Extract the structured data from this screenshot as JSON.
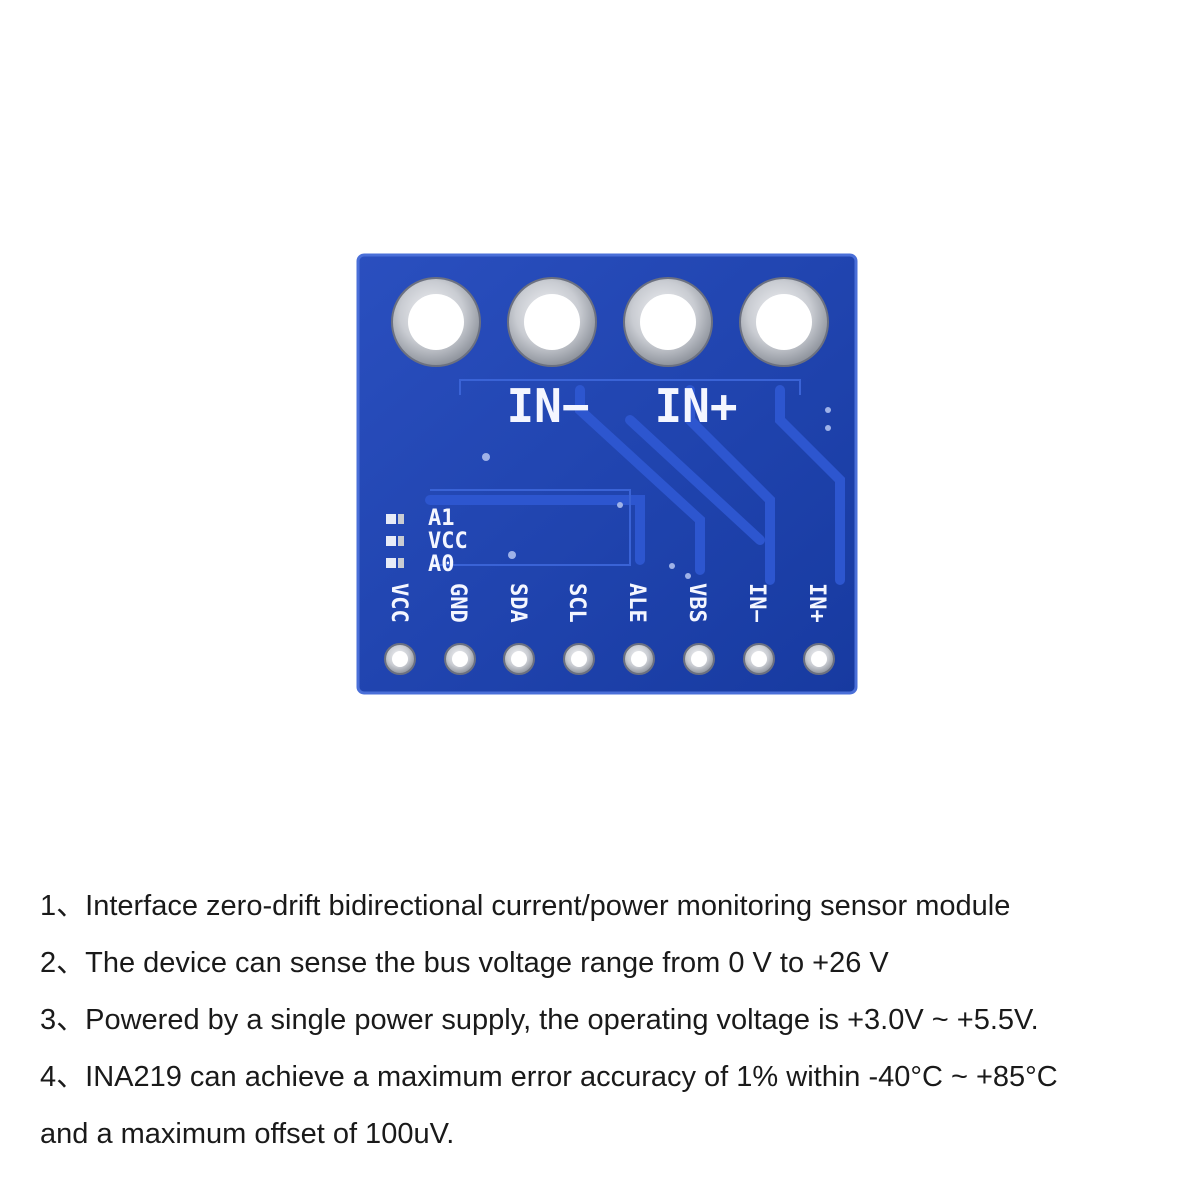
{
  "board": {
    "top_labels": [
      "IN−",
      "IN+"
    ],
    "jumper_labels": [
      "A1",
      "VCC",
      "A0"
    ],
    "pin_labels": [
      "VCC",
      "GND",
      "SDA",
      "SCL",
      "ALE",
      "VBS",
      "IN−",
      "IN+"
    ],
    "colors": {
      "pcb": "#1b3fa8",
      "pcb_edge": "#2a52c4",
      "pad": "#c9ccd2",
      "silk": "#f4f6ff"
    }
  },
  "specs": [
    {
      "num": "1、",
      "text": "Interface zero-drift bidirectional current/power monitoring sensor module"
    },
    {
      "num": "2、",
      "text": "The device can sense the bus voltage range from 0 V to +26 V"
    },
    {
      "num": "3、",
      "text": "Powered by a single power supply, the operating voltage is +3.0V ~ +5.5V."
    },
    {
      "num": "4、",
      "text": "INA219 can achieve a maximum error accuracy of 1% within -40°C ~ +85°C"
    },
    {
      "num": "",
      "text": "and a maximum offset of 100uV."
    }
  ]
}
